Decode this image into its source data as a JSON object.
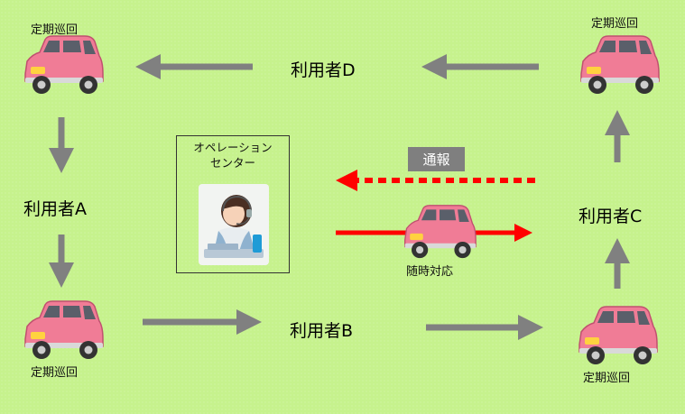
{
  "labels": {
    "patrol": "定期巡回",
    "user_a": "利用者A",
    "user_b": "利用者B",
    "user_c": "利用者C",
    "user_d": "利用者D",
    "operation_center_line1": "オペレーション",
    "operation_center_line2": "センター",
    "report": "通報",
    "on_demand": "随時対応"
  },
  "colors": {
    "background": "#c6f28d",
    "car_body": "#f07c96",
    "arrow_gray": "#808080",
    "arrow_red": "#ff0000"
  },
  "icons": [
    "car-icon",
    "operator-icon"
  ]
}
